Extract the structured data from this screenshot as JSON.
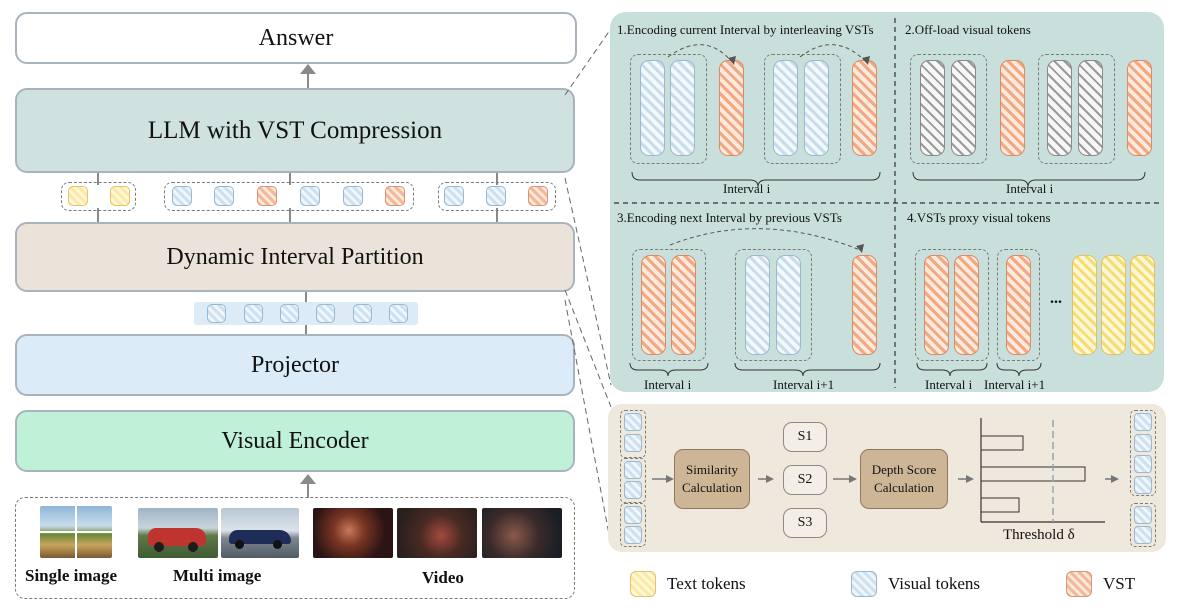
{
  "left": {
    "answer": "Answer",
    "llm": "LLM  with VST Compression",
    "dip": "Dynamic Interval Partition",
    "projector": "Projector",
    "encoder": "Visual  Encoder",
    "inputs": [
      "Single image",
      "Multi image",
      "Video"
    ]
  },
  "panels": {
    "q1": {
      "title": "1.Encoding current Interval by interleaving VSTs",
      "interval": "Interval i"
    },
    "q2": {
      "title": "2.Off-load visual tokens",
      "interval": "Interval i"
    },
    "q3": {
      "title": "3.Encoding next Interval by previous VSTs",
      "interval_a": "Interval i",
      "interval_b": "Interval i+1"
    },
    "q4": {
      "title": "4.VSTs proxy visual tokens",
      "interval_a": "Interval i",
      "interval_b": "Interval i+1",
      "ellipsis": "..."
    }
  },
  "bottom": {
    "similarity": "Similarity Calculation",
    "depth": "Depth Score Calculation",
    "s_labels": [
      "S1",
      "S2",
      "S3"
    ],
    "threshold": "Threshold δ"
  },
  "legend": [
    "Text tokens",
    "Visual tokens",
    "VST"
  ],
  "colors": {
    "llm": "#cfe2df",
    "dip": "#ebe3d9",
    "projector": "#dbebf7",
    "encoder": "#bff0d8",
    "panel": "#c9dfdb",
    "bottom_panel": "#efe8dd"
  }
}
